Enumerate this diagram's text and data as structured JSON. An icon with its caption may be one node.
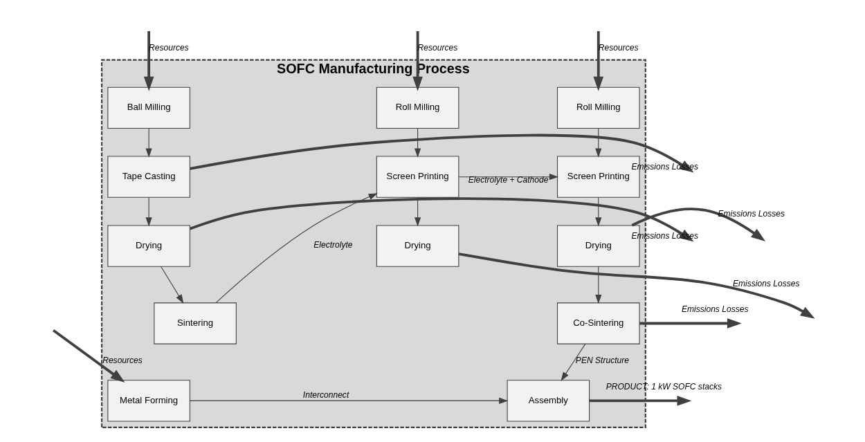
{
  "diagram": {
    "nodes": [
      {
        "text": [
          "SOFC Manufacturing Process"
        ]
      },
      {
        "text": [
          "Ball Milling"
        ],
        "in": 0
      },
      {
        "text": [
          "Tape Casting"
        ],
        "in": 0
      },
      {
        "text": [
          "Drying"
        ],
        "in": 0
      },
      {
        "text": [
          "Sintering"
        ],
        "in": 0
      },
      {
        "text": [
          "Metal Forming"
        ],
        "in": 0
      },
      {
        "text": [
          "Roll Milling"
        ],
        "in": 0
      },
      {
        "text": [
          "Screen Printing"
        ],
        "in": 0
      },
      {
        "text": [
          "Drying"
        ],
        "in": 0
      },
      {
        "text": [
          "Assembly"
        ],
        "in": 0
      },
      {
        "text": [
          "Roll Milling"
        ],
        "in": 0
      },
      {
        "text": [
          "Screen Printing"
        ],
        "in": 0
      },
      {
        "text": [
          "Drying"
        ],
        "in": 0
      },
      {
        "text": [
          "Co-Sintering"
        ],
        "in": 0
      }
    ],
    "edges": [
      {
        "from": null,
        "to": 1,
        "arrow": "to",
        "label": "Resources",
        "style": "thick"
      },
      {
        "from": 1,
        "to": 2,
        "arrow": "to"
      },
      {
        "from": 2,
        "to": null,
        "arrow": "to",
        "label": "Emissions Losses",
        "style": "thick"
      },
      {
        "from": 2,
        "to": 3,
        "arrow": "to"
      },
      {
        "from": 3,
        "to": null,
        "arrow": "to",
        "label": "Emissions Losses",
        "style": "thick"
      },
      {
        "from": 3,
        "to": 4,
        "arrow": "to"
      },
      {
        "from": 4,
        "to": 7,
        "arrow": "to",
        "label": "Electrolyte"
      },
      {
        "from": null,
        "to": 6,
        "arrow": "to",
        "label": "Resources",
        "style": "thick"
      },
      {
        "from": 6,
        "to": 7,
        "arrow": "to"
      },
      {
        "from": 7,
        "to": 11,
        "arrow": "to",
        "label": "Electrolyte + Cathode"
      },
      {
        "from": 7,
        "to": 8,
        "arrow": "to"
      },
      {
        "from": 8,
        "to": null,
        "arrow": "to",
        "label": "Emissions Losses",
        "style": "thick"
      },
      {
        "from": null,
        "to": 10,
        "arrow": "to",
        "label": "Resources",
        "style": "thick"
      },
      {
        "from": 10,
        "to": 11,
        "arrow": "to"
      },
      {
        "from": 11,
        "to": 12,
        "arrow": "to"
      },
      {
        "from": 12,
        "to": null,
        "arrow": "to",
        "label": "Emissions Losses",
        "style": "thick"
      },
      {
        "from": 12,
        "to": 13,
        "arrow": "to"
      },
      {
        "from": 13,
        "to": null,
        "arrow": "to",
        "label": "Emissions Losses",
        "style": "thick"
      },
      {
        "from": 13,
        "to": 9,
        "arrow": "to",
        "label": "PEN Structure"
      },
      {
        "from": null,
        "to": 5,
        "arrow": "to",
        "label": "Resources",
        "style": "thick"
      },
      {
        "from": 5,
        "to": 9,
        "arrow": "to",
        "label": "Interconnect"
      },
      {
        "from": 9,
        "to": null,
        "arrow": "to",
        "label": "PRODUCT: 1 kW SOFC stacks",
        "style": "thick"
      }
    ]
  }
}
